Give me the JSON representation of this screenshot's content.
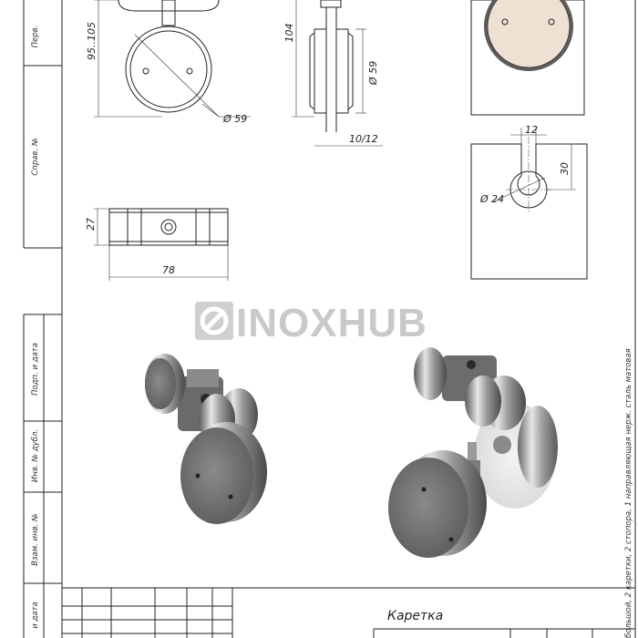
{
  "dimensions": {
    "height_95_105": "95..105",
    "diameter_59_front": "Ø 59",
    "height_104": "104",
    "diameter_59_side": "Ø 59",
    "width_10_12": "10/12",
    "width_12": "12",
    "height_30": "30",
    "diameter_24": "Ø 24",
    "height_27": "27",
    "length_78": "78"
  },
  "watermark": "INOXHUB",
  "side_labels": {
    "perv": "Перв.",
    "sprav": "Справ. №",
    "podp_data_1": "Подп. и дата",
    "inv_dubl": "Инв. № дубл.",
    "vzam_inv": "Взам. инв. №",
    "podp_data_2": "и дата"
  },
  "right_note": "большой, 2 каретки, 2 стопора, 1 направляющая нерж. сталь матовая",
  "title_block": {
    "name": "Каретка"
  },
  "colors": {
    "line": "#222222",
    "metal_light": "#d8d8d8",
    "metal_dark": "#6f6f6f",
    "wood": "#f0e2d6",
    "watermark": "#c9c9c9"
  }
}
